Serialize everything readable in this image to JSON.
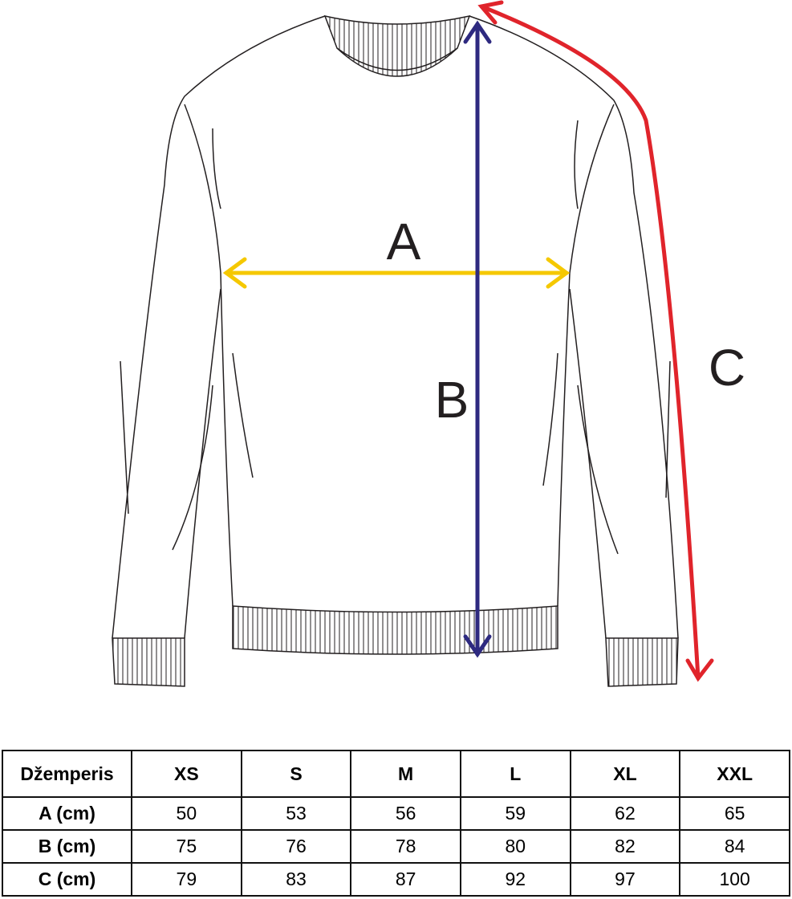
{
  "diagram": {
    "labels": {
      "a": "A",
      "b": "B",
      "c": "C"
    },
    "colors": {
      "a": "#f5c800",
      "b": "#2e2a80",
      "c": "#e0242b",
      "outline": "#231f20"
    }
  },
  "table": {
    "header": [
      "Džemperis",
      "XS",
      "S",
      "M",
      "L",
      "XL",
      "XXL"
    ],
    "rows": [
      {
        "label": "A (cm)",
        "values": [
          "50",
          "53",
          "56",
          "59",
          "62",
          "65"
        ]
      },
      {
        "label": "B (cm)",
        "values": [
          "75",
          "76",
          "78",
          "80",
          "82",
          "84"
        ]
      },
      {
        "label": "C (cm)",
        "values": [
          "79",
          "83",
          "87",
          "92",
          "97",
          "100"
        ]
      }
    ]
  }
}
